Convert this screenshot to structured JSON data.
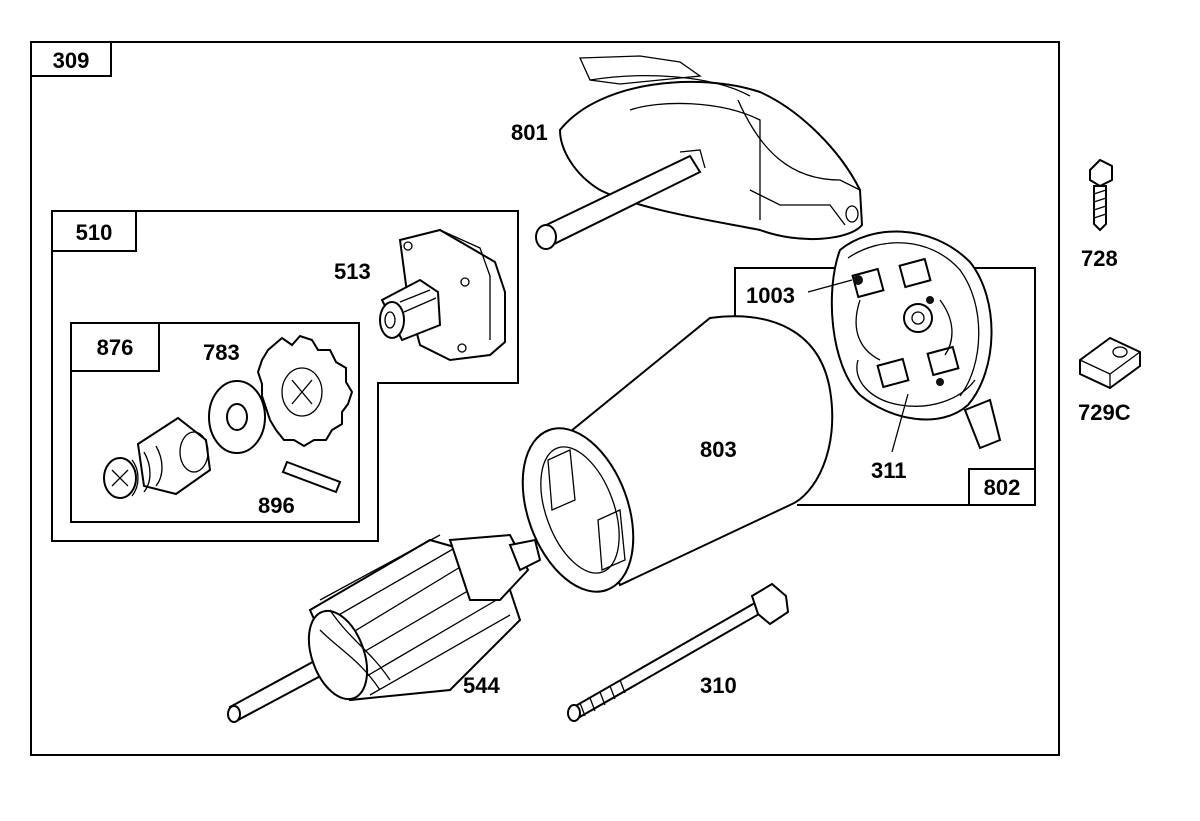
{
  "labels": {
    "main_box": "309",
    "starter_drive_box": "510",
    "drive_sub_box": "876",
    "brush_box": "802",
    "motor_housing": "801",
    "drive_housing": "513",
    "pinion_gear": "783",
    "roll_pin": "896",
    "field_frame": "803",
    "brush_retainer": "1003",
    "brush_spring": "311",
    "armature": "544",
    "through_bolt": "310",
    "screw": "728",
    "clip": "729C"
  }
}
